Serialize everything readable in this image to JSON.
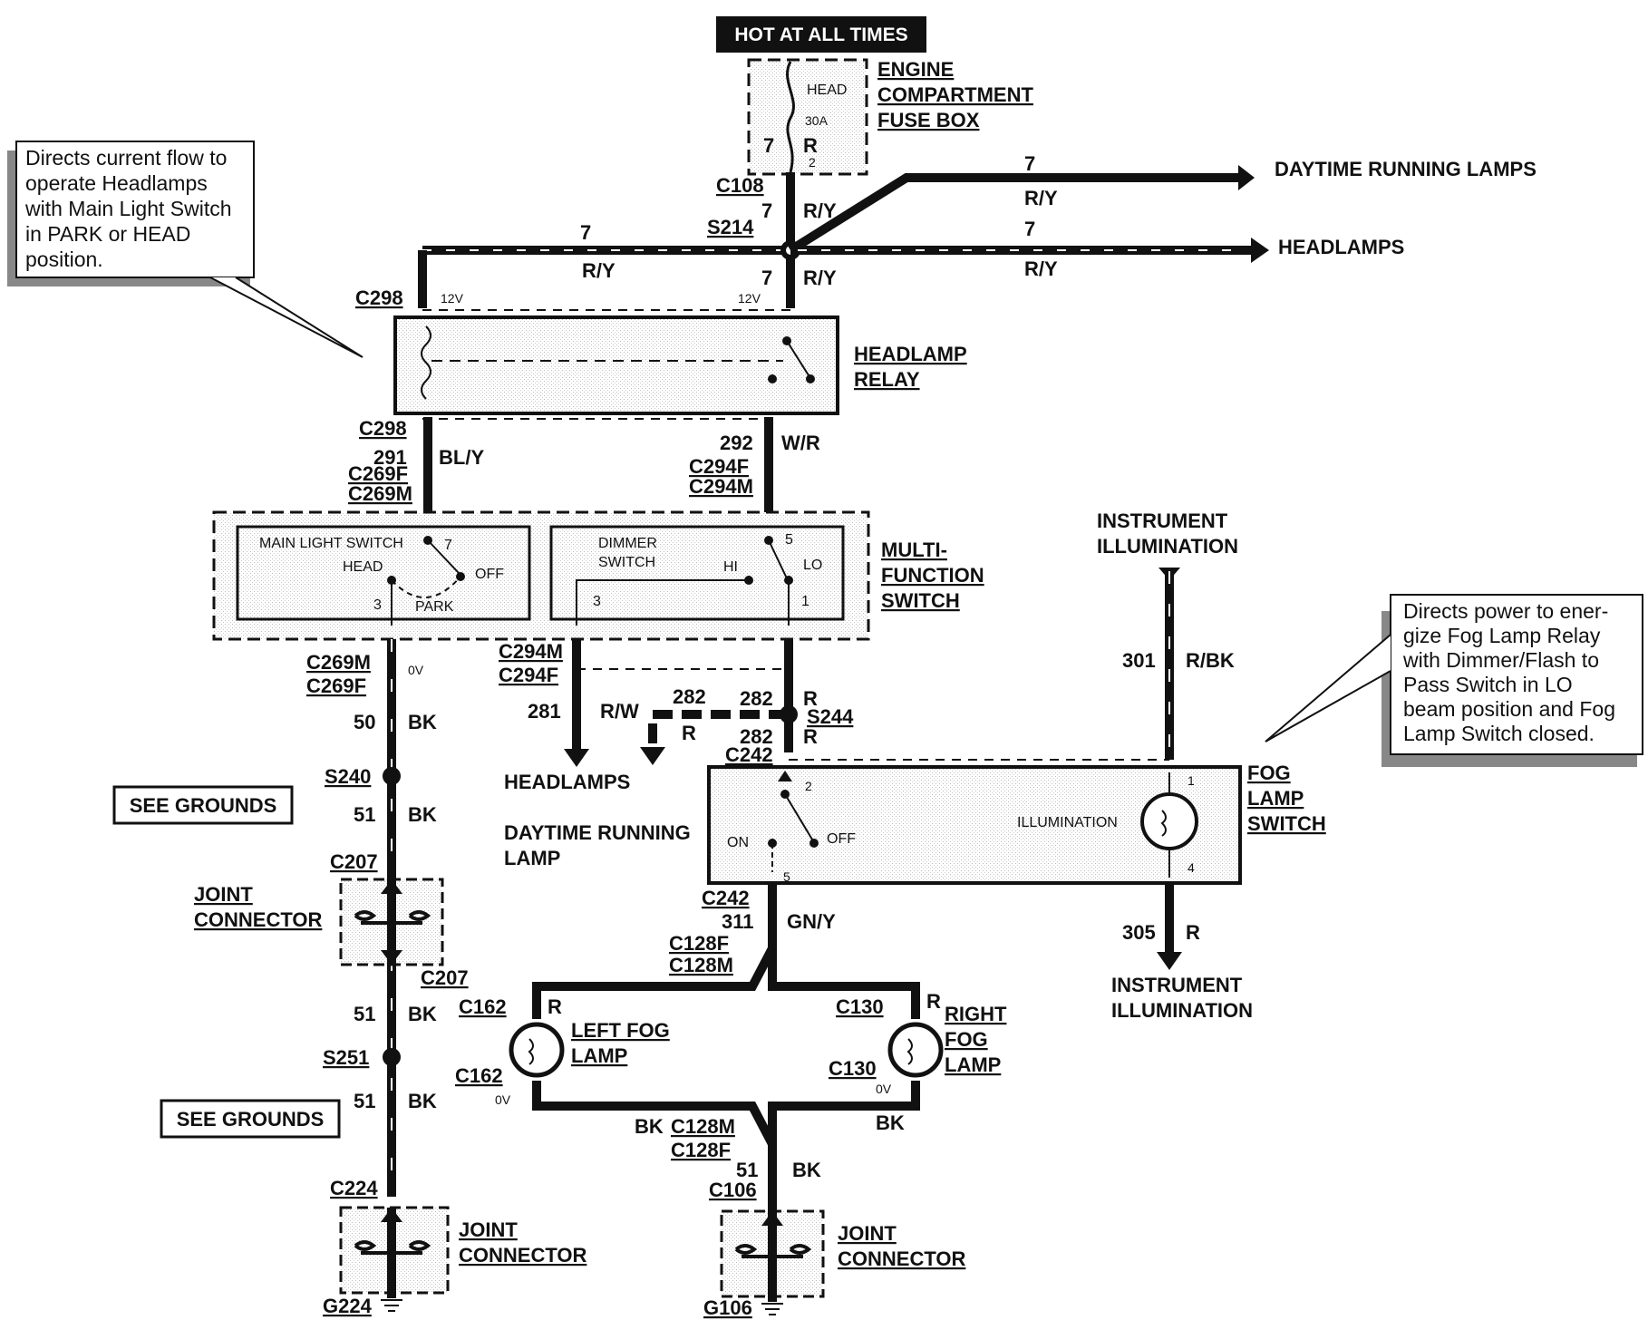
{
  "header": {
    "hot_label": "HOT AT ALL TIMES"
  },
  "fuse_box": {
    "title": [
      "ENGINE",
      "COMPARTMENT",
      "FUSE BOX"
    ],
    "fuse_name": "HEAD",
    "fuse_rating": "30A",
    "pin_left": "7",
    "pin_right": "R",
    "pin_num": "2"
  },
  "notes": {
    "left": [
      "Directs current flow to",
      "operate Headlamps",
      "with Main Light Switch",
      "in PARK or HEAD",
      "position."
    ],
    "right": [
      "Directs power to ener-",
      "gize Fog Lamp Relay",
      "with Dimmer/Flash to",
      "Pass Switch in LO",
      "beam position and Fog",
      "Lamp Switch closed."
    ]
  },
  "outputs": {
    "drl": "DAYTIME RUNNING LAMPS",
    "headlamps": "HEADLAMPS",
    "headlamps_low": "HEADLAMPS",
    "drl_low": [
      "DAYTIME RUNNING",
      "LAMP"
    ]
  },
  "connectors": {
    "c108": "C108",
    "s214": "S214",
    "c298a": "C298",
    "c298b": "C298",
    "c269f": "C269F",
    "c269m": "C269M",
    "c294f": "C294F",
    "c294m": "C294M",
    "c294m2": "C294M",
    "c294f2": "C294F",
    "c269m2": "C269M",
    "c269f2": "C269F",
    "s244": "S244",
    "c242a": "C242",
    "c242b": "C242",
    "s240": "S240",
    "c207a": "C207",
    "c207b": "C207",
    "s251": "S251",
    "c224": "C224",
    "g224": "G224",
    "c128f": "C128F",
    "c128m": "C128M",
    "c162a": "C162",
    "c162b": "C162",
    "c130a": "C130",
    "c130b": "C130",
    "c128m2": "C128M",
    "c128f2": "C128F",
    "c106": "C106",
    "g106": "G106"
  },
  "wires": {
    "w7": "7",
    "ry": "R/Y",
    "w291": "291",
    "bly": "BL/Y",
    "w292": "292",
    "wr": "W/R",
    "w281": "281",
    "rw": "R/W",
    "w282": "282",
    "r": "R",
    "w50": "50",
    "bk": "BK",
    "w51": "51",
    "w301": "301",
    "rbk": "R/BK",
    "w311": "311",
    "gny": "GN/Y",
    "w305": "305"
  },
  "voltages": {
    "v12": "12V",
    "v0": "0V"
  },
  "components": {
    "relay": [
      "HEADLAMP",
      "RELAY"
    ],
    "multi": [
      "MULTI-",
      "FUNCTION",
      "SWITCH"
    ],
    "main_light": "MAIN LIGHT SWITCH",
    "head": "HEAD",
    "off": "OFF",
    "park": "PARK",
    "dimmer": [
      "DIMMER",
      "SWITCH"
    ],
    "hi": "HI",
    "lo": "LO",
    "fog_switch": [
      "FOG",
      "LAMP",
      "SWITCH"
    ],
    "illumination": "ILLUMINATION",
    "on": "ON",
    "instr": [
      "INSTRUMENT",
      "ILLUMINATION"
    ],
    "left_fog": [
      "LEFT FOG",
      "LAMP"
    ],
    "right_fog": [
      "RIGHT",
      "FOG",
      "LAMP"
    ],
    "joint": [
      "JOINT",
      "CONNECTOR"
    ],
    "see_grounds": "SEE GROUNDS"
  },
  "pins": {
    "p7": "7",
    "p3": "3",
    "p5": "5",
    "p1": "1",
    "p2": "2",
    "p4": "4"
  }
}
